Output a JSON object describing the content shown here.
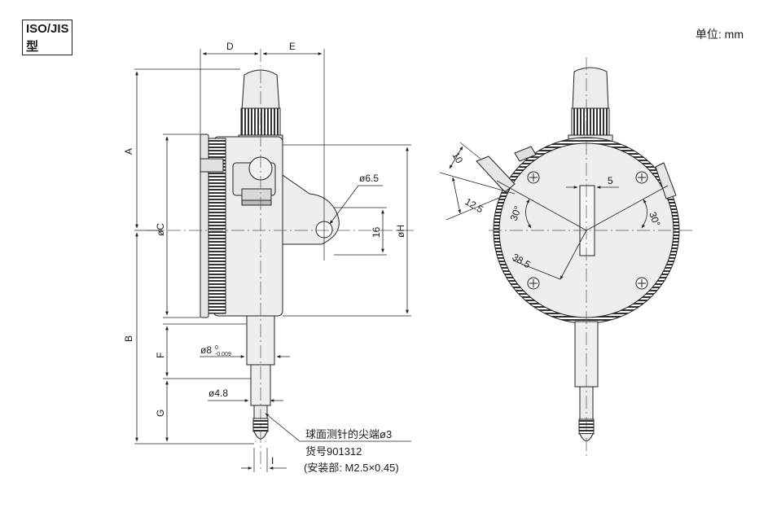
{
  "badge": {
    "line1": "ISO/JIS",
    "line2": "型"
  },
  "unit": "单位: mm",
  "side_view": {
    "dims": {
      "A": "A",
      "B": "B",
      "C": "øC",
      "D": "D",
      "E": "E",
      "F": "F",
      "G": "G",
      "H": "øH",
      "hole": "ø6.5",
      "lug": "16",
      "stem_main": "ø8",
      "stem_tol_top": "0",
      "stem_tol_bottom": "-0.009",
      "stem_small": "ø4.8",
      "I": "I"
    },
    "note": {
      "line1": "球面测针的尖端ø3",
      "line2": "货号901312",
      "line3": "(安装部: M2.5×0.45)"
    }
  },
  "front_view": {
    "dims": {
      "d10": "10",
      "d12_5": "12.5",
      "angle_left": "30°",
      "width5": "5",
      "angle_right": "30°",
      "radius": "38.5"
    }
  }
}
